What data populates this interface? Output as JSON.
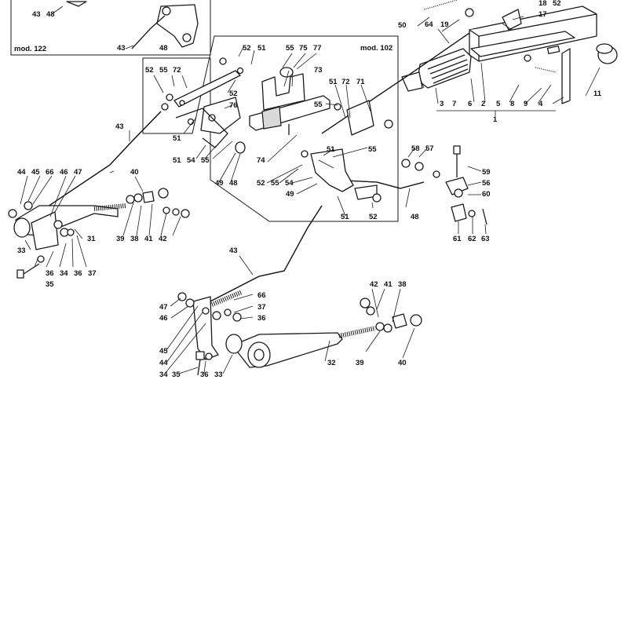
{
  "boxes": {
    "mod122": "mod. 122",
    "mod102": "mod. 102"
  },
  "labels": {
    "n1": "1",
    "n2": "2",
    "n3": "3",
    "n4": "4",
    "n5": "5",
    "n6": "6",
    "n7": "7",
    "n8": "8",
    "n9": "9",
    "n11": "11",
    "n17": "17",
    "n18": "18",
    "n19": "19",
    "n31": "31",
    "n32": "32",
    "n33a": "33",
    "n33b": "33",
    "n34a": "34",
    "n34b": "34",
    "n35a": "35",
    "n35b": "35",
    "n36a": "36",
    "n36b": "36",
    "n36c": "36",
    "n36d": "36",
    "n37a": "37",
    "n37b": "37",
    "n38a": "38",
    "n38b": "38",
    "n39a": "39",
    "n39b": "39",
    "n40a": "40",
    "n40b": "40",
    "n41a": "41",
    "n41b": "41",
    "n42a": "42",
    "n42b": "42",
    "n43a": "43",
    "n43b": "43",
    "n43c": "43",
    "n43d": "43",
    "n44a": "44",
    "n44b": "44",
    "n45a": "45",
    "n45b": "45",
    "n46a": "46",
    "n46b": "46",
    "n47a": "47",
    "n47b": "47",
    "n48a": "48",
    "n48b": "48",
    "n48c": "48",
    "n48d": "48",
    "n49a": "49",
    "n49b": "49",
    "n50": "50",
    "n51a": "51",
    "n51b": "51",
    "n51c": "51",
    "n51d": "51",
    "n51e": "51",
    "n51f": "51",
    "n52a": "52",
    "n52b": "52",
    "n52c": "52",
    "n52d": "52",
    "n52e": "52",
    "n54a": "54",
    "n54b": "54",
    "n55a": "55",
    "n55b": "55",
    "n55c": "55",
    "n55d": "55",
    "n55e": "55",
    "n55f": "55",
    "n56": "56",
    "n57": "57",
    "n58": "58",
    "n59": "59",
    "n60": "60",
    "n61": "61",
    "n62": "62",
    "n63": "63",
    "n64": "64",
    "n66a": "66",
    "n66b": "66",
    "n71": "71",
    "n72a": "72",
    "n72b": "72",
    "n73": "73",
    "n74": "74",
    "n75": "75",
    "n76": "76",
    "n77": "77"
  }
}
